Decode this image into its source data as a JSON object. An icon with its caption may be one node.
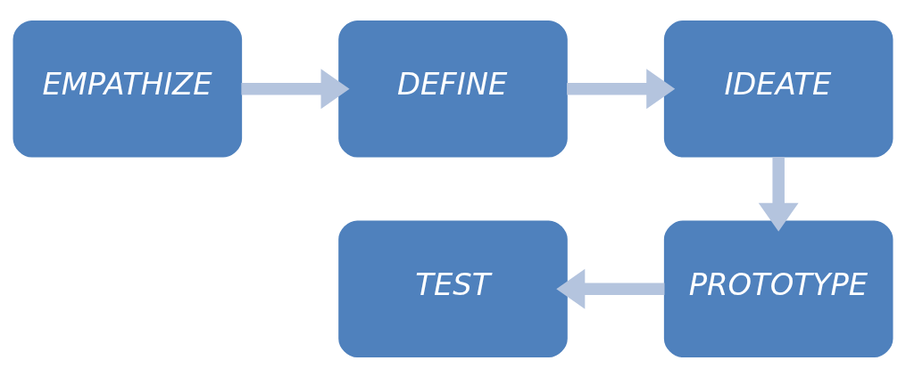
{
  "diagram": {
    "nodes": [
      {
        "text": [
          "EMPATHIZE"
        ]
      },
      {
        "text": [
          "DEFINE"
        ]
      },
      {
        "text": [
          "IDEATE"
        ]
      },
      {
        "text": [
          "PROTOTYPE"
        ]
      },
      {
        "text": [
          "TEST"
        ]
      }
    ],
    "edges": [
      {
        "from": 0,
        "to": 1,
        "arrow": "to"
      },
      {
        "from": 1,
        "to": 2,
        "arrow": "to"
      },
      {
        "from": 2,
        "to": 3,
        "arrow": "to"
      },
      {
        "from": 3,
        "to": 4,
        "arrow": "to"
      }
    ]
  }
}
